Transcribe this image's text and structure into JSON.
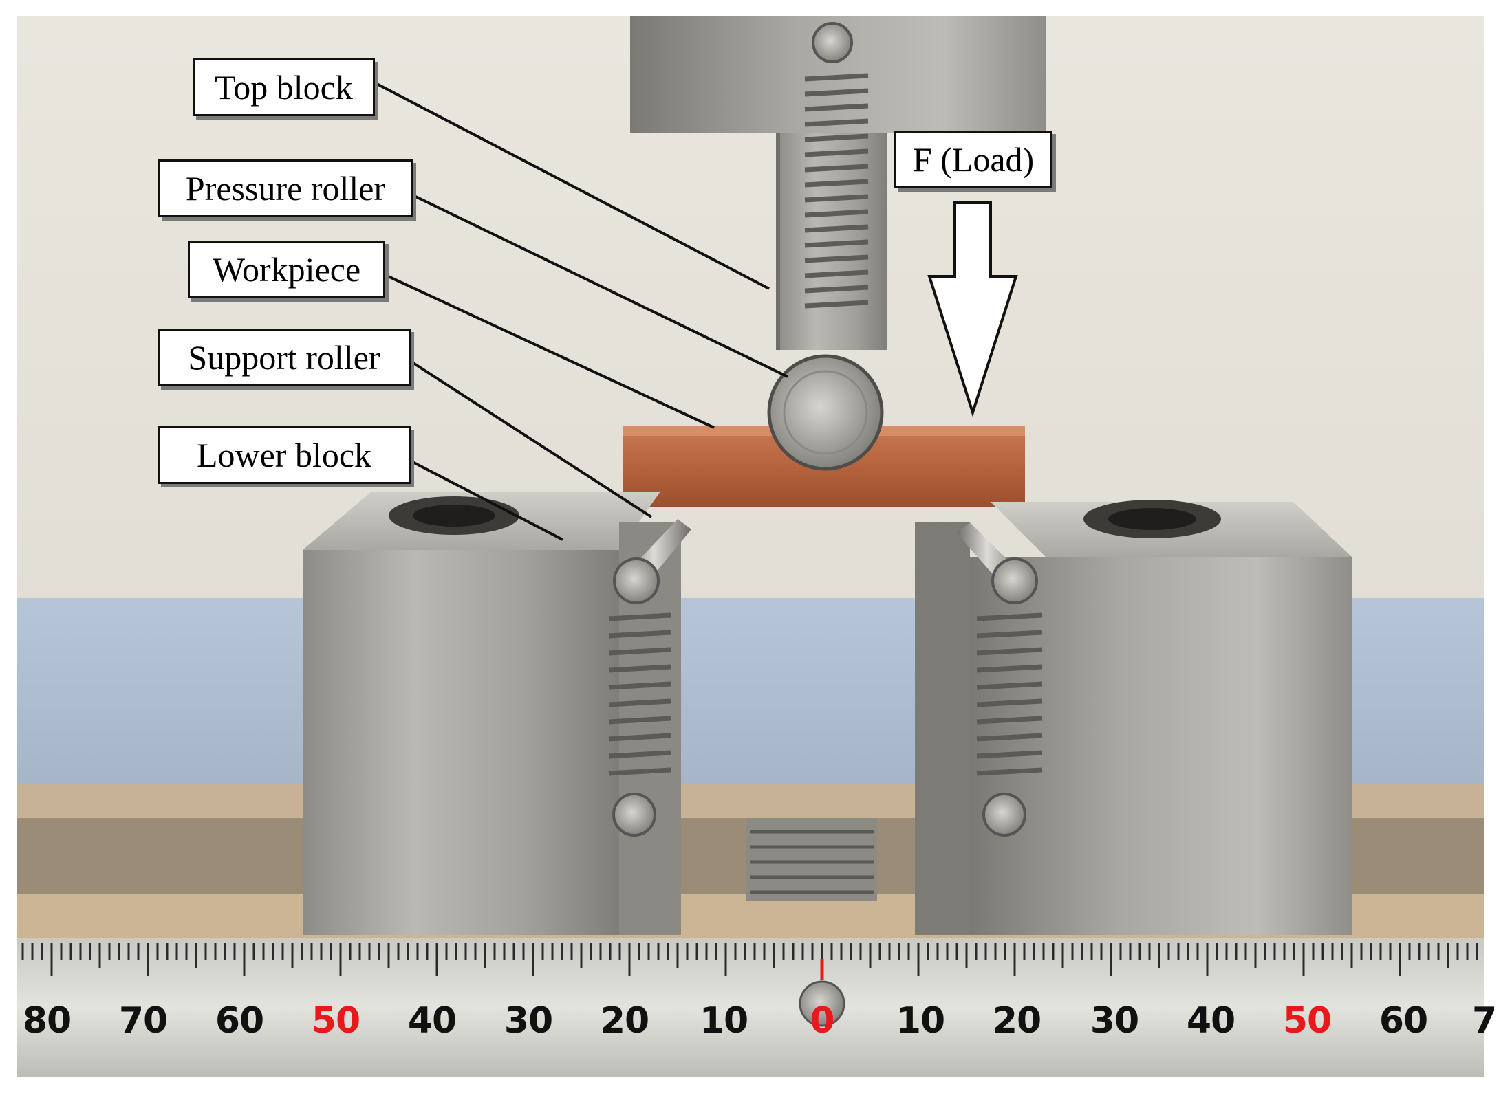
{
  "figure": {
    "labels": {
      "top_block": "Top block",
      "pressure_roller": "Pressure roller",
      "workpiece": "Workpiece",
      "support_roller": "Support roller",
      "lower_block": "Lower block",
      "load": "F (Load)"
    },
    "ruler": {
      "numbers": [
        "80",
        "70",
        "60",
        "50",
        "40",
        "30",
        "20",
        "10",
        "0",
        "10",
        "20",
        "30",
        "40",
        "50",
        "60",
        "7"
      ],
      "highlight_values": [
        "50",
        "0"
      ]
    },
    "colors": {
      "wall": "#e8e5dc",
      "backdrop_blue": "#aebdd0",
      "steel": "#a9a8a3",
      "workpiece_copper": "#b8663f",
      "ruler_highlight": "#e8191a",
      "ruler_text": "#111111"
    }
  }
}
